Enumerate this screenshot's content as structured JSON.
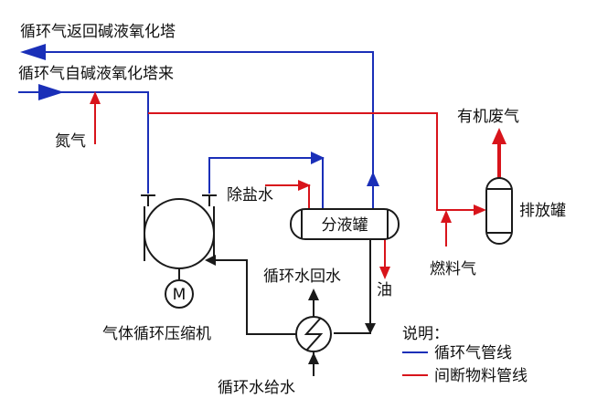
{
  "labels": {
    "gas_return": "循环气返回碱液氧化塔",
    "gas_from": "循环气自碱液氧化塔来",
    "nitrogen": "氮气",
    "desalted_water": "除盐水",
    "separator": "分液罐",
    "organic_waste_gas": "有机废气",
    "vent_tank": "排放罐",
    "fuel_gas": "燃料气",
    "water_return": "循环水回水",
    "oil": "油",
    "compressor": "气体循环压缩机",
    "motor": "M",
    "water_supply": "循环水给水"
  },
  "legend": {
    "title": "说明：",
    "items": [
      {
        "label": "循环气管线",
        "color": "#1a2fb8"
      },
      {
        "label": "间断物料管线",
        "color": "#d8141b"
      }
    ]
  },
  "colors": {
    "circulating_gas_line": "#1a2fb8",
    "intermittent_line": "#d8141b",
    "equipment_line": "#1a1a1a"
  }
}
